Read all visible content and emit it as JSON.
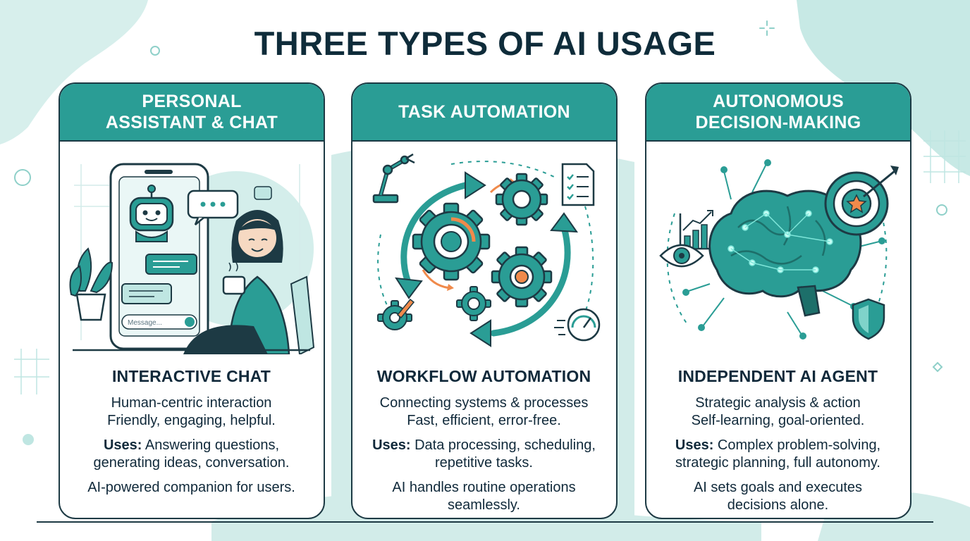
{
  "title": "THREE TYPES OF AI USAGE",
  "colors": {
    "teal": "#2a9d95",
    "light_teal": "#bfe6e2",
    "dark": "#1d3a44",
    "accent_orange": "#f08a4b"
  },
  "cards": [
    {
      "header": "PERSONAL\nASSISTANT & CHAT",
      "illustration_input_placeholder": "Message...",
      "subheading": "INTERACTIVE CHAT",
      "desc_line1": "Human-centric interaction",
      "desc_line2": "Friendly, engaging, helpful.",
      "uses_label": "Uses:",
      "uses_text": " Answering questions, generating ideas, conversation.",
      "summary": "AI-powered companion for users."
    },
    {
      "header": "TASK AUTOMATION",
      "subheading": "WORKFLOW AUTOMATION",
      "desc_line1": "Connecting systems & processes",
      "desc_line2": "Fast, efficient, error-free.",
      "uses_label": "Uses:",
      "uses_text": " Data processing, scheduling, repetitive tasks.",
      "summary": "AI handles routine operations seamlessly."
    },
    {
      "header": "AUTONOMOUS\nDECISION-MAKING",
      "subheading": "INDEPENDENT AI AGENT",
      "desc_line1": "Strategic analysis & action",
      "desc_line2": "Self-learning, goal-oriented.",
      "uses_label": "Uses:",
      "uses_text": " Complex problem-solving, strategic planning, full autonomy.",
      "summary": "AI sets goals and executes decisions alone."
    }
  ],
  "icons": {
    "card1": [
      "phone-icon",
      "robot-icon",
      "speech-bubble-icon",
      "woman-with-coffee-icon",
      "plant-icon"
    ],
    "card2": [
      "robotic-arm-icon",
      "gear-icon",
      "checklist-icon",
      "speedometer-icon",
      "cycle-arrows-icon"
    ],
    "card3": [
      "brain-circuit-icon",
      "target-icon",
      "bar-chart-icon",
      "eye-icon",
      "shield-icon"
    ]
  }
}
